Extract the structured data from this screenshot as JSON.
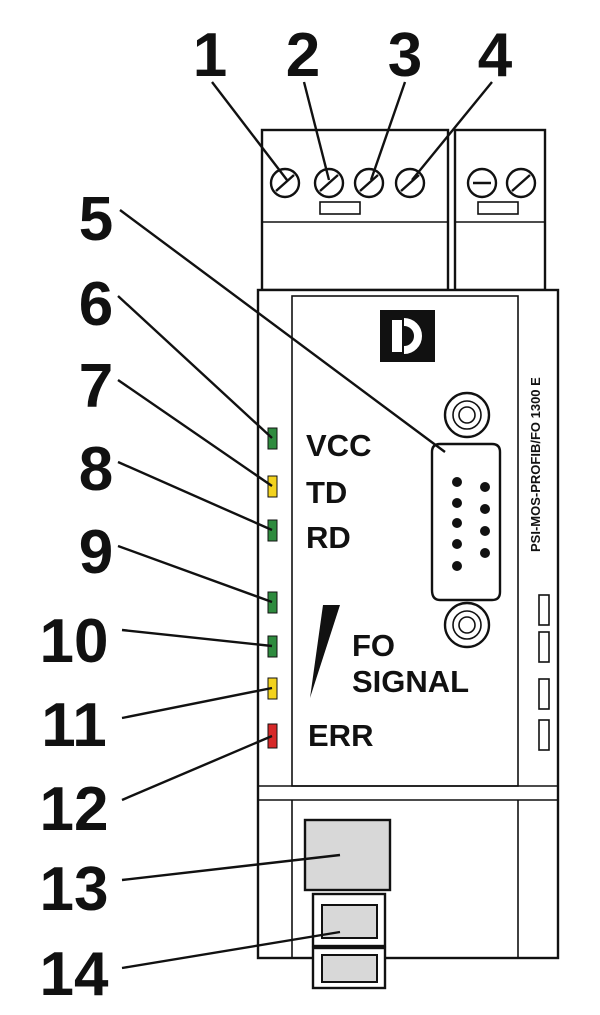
{
  "device": {
    "model_label": "PSI-MOS-PROFIB/FO 1300 E"
  },
  "callouts": [
    "1",
    "2",
    "3",
    "4",
    "5",
    "6",
    "7",
    "8",
    "9",
    "10",
    "11",
    "12",
    "13",
    "14"
  ],
  "indicators": {
    "vcc": "VCC",
    "td": "TD",
    "rd": "RD",
    "fo_line1": "FO",
    "fo_line2": "SIGNAL",
    "err": "ERR"
  },
  "led_colors": {
    "green": "#2e8b3e",
    "yellow": "#f2d21e",
    "red": "#d62828"
  },
  "icons": [
    "phoenix-contact-logo",
    "screw-terminal-icon",
    "db9-connector-icon",
    "signal-wedge-icon"
  ]
}
